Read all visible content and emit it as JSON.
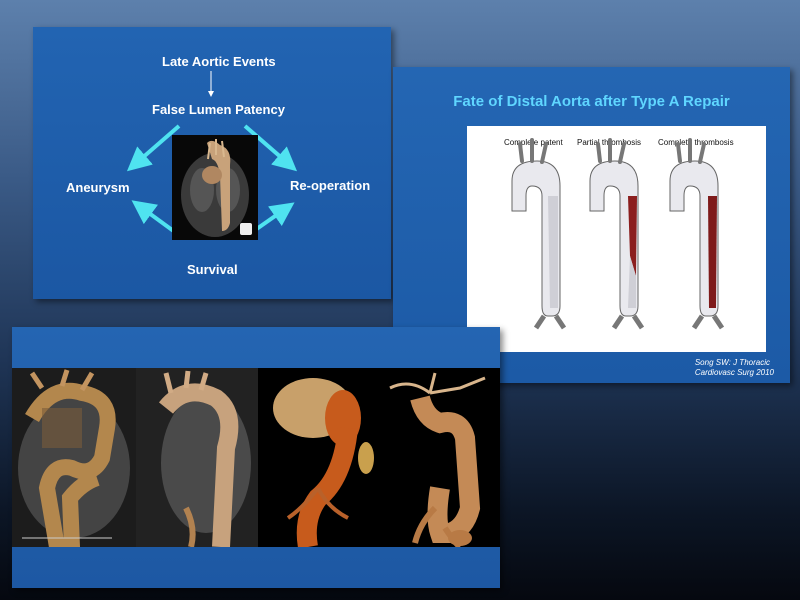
{
  "slide1": {
    "top_label": "Late Aortic Events",
    "center_label": "False Lumen Patency",
    "left_label": "Aneurysm",
    "right_label": "Re-operation",
    "bottom_label": "Survival",
    "arrow_color": "#4fe3f0"
  },
  "slide2": {
    "title": "Fate of Distal Aorta after Type A Repair",
    "columns": [
      "Complete patent",
      "Partial thrombosis",
      "Complete thrombosis"
    ],
    "citation_line1": "Song SW: J Thoracic",
    "citation_line2": "Cardiovasc Surg 2010"
  },
  "slide3": {
    "panels": [
      "ct-panel-1",
      "ct-panel-2",
      "ct-panel-3",
      "ct-panel-4"
    ]
  }
}
